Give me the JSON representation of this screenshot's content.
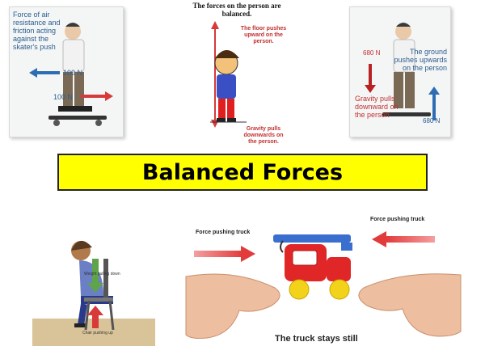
{
  "top_left": {
    "caption": "Force of air resistance and friction acting against the skater's push",
    "force_left": "100 N",
    "force_right": "100 N"
  },
  "top_center": {
    "heading": "The forces on the person are balanced.",
    "floor_label": "The floor pushes upward on the person.",
    "gravity_label": "Gravity pulls downwards on the person."
  },
  "top_right": {
    "weight": "680 N",
    "ground_label": "The ground pushes upwards on the person",
    "gravity_label": "Gravity pulls downward on the person",
    "support": "680 N"
  },
  "title": "Balanced Forces",
  "bottom_left": {
    "weight_label": "Weight pulling down",
    "chair_label": "Chair pushing up"
  },
  "bottom_right": {
    "force_left": "Force pushing truck",
    "force_right": "Force pushing truck",
    "caption": "The truck stays still"
  },
  "colors": {
    "title_bg": "#ffff00",
    "arrow_red": "#e23b3b",
    "arrow_blue": "#2e6db4",
    "label_blue": "#2b5c8f"
  }
}
